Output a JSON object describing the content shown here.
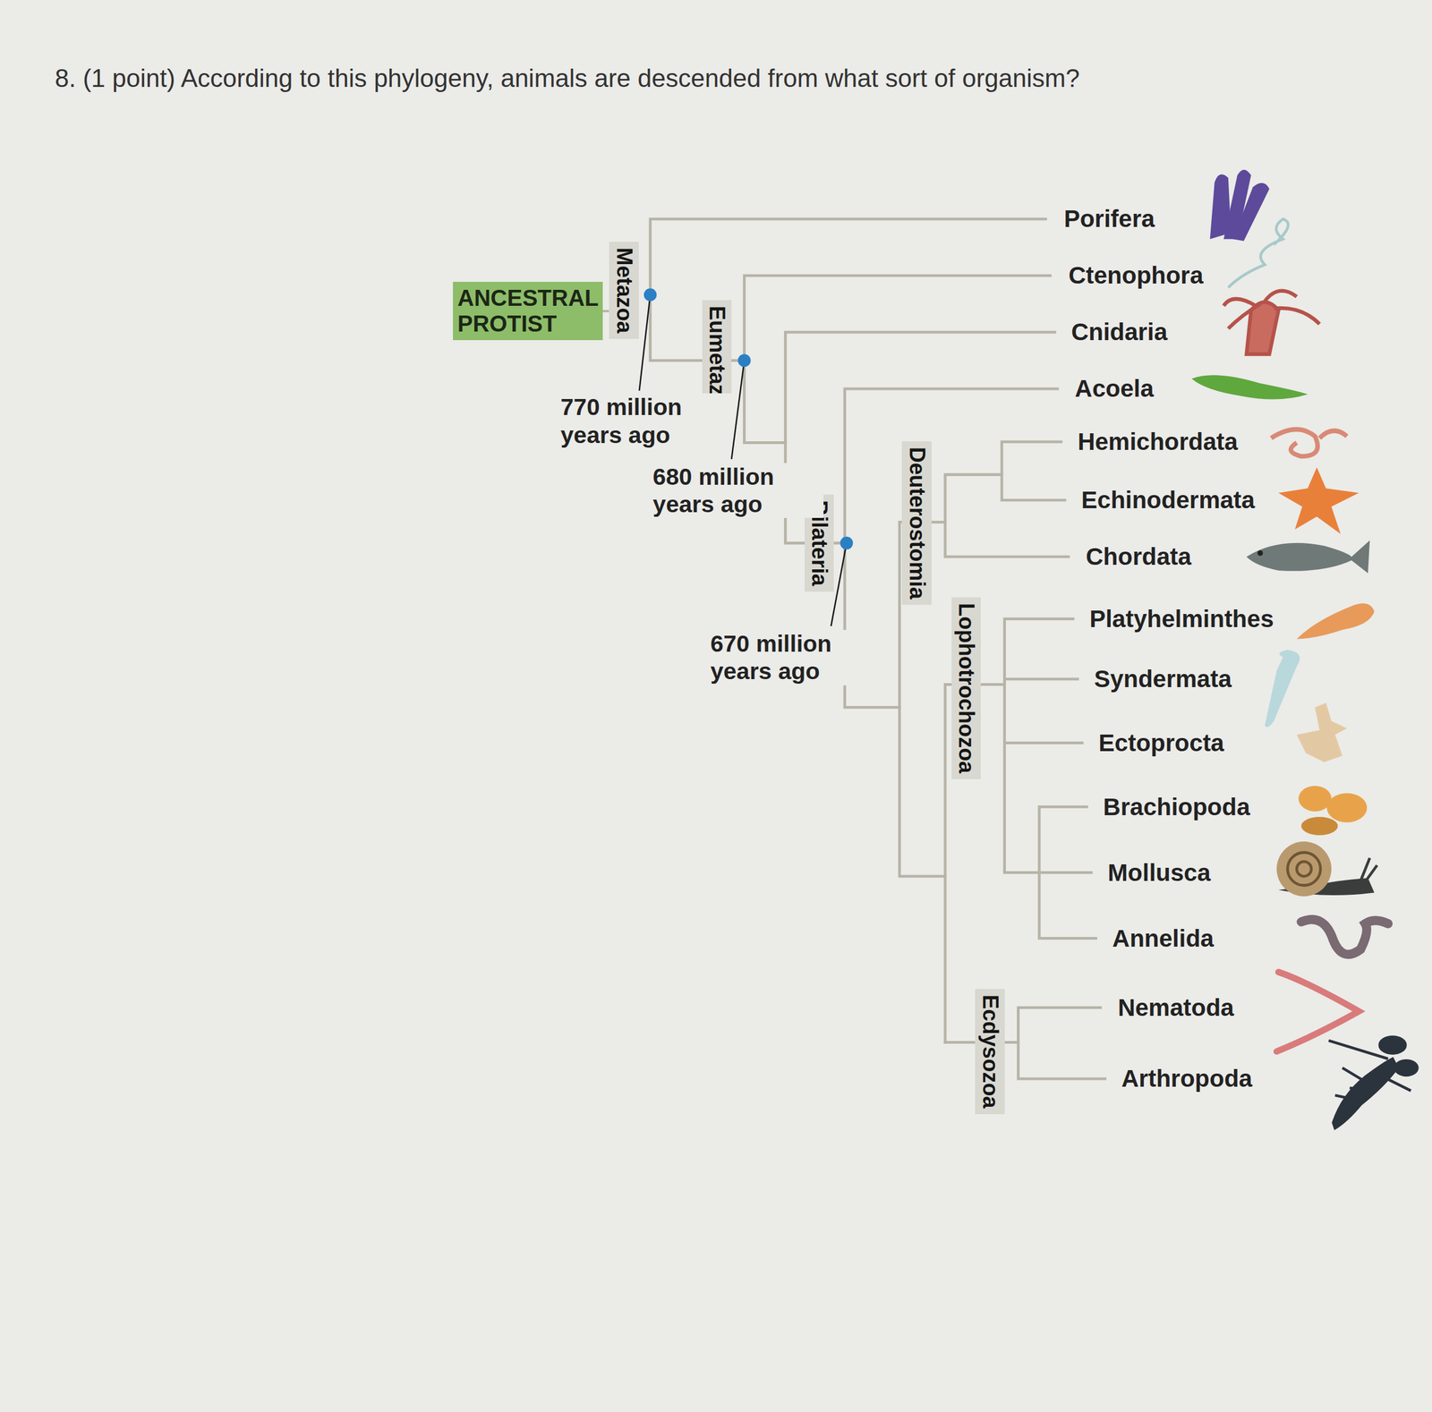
{
  "diagram": {
    "title": "8. (1 point) According to this phylogeny, animals are descended from what sort of organism?",
    "nodes": [
      {
        "text": [
          "ANCESTRAL PROTIST"
        ]
      },
      {
        "text": [
          "Metazoa"
        ]
      },
      {
        "text": [
          "Eumetazoa"
        ]
      },
      {
        "text": [
          "Bilateria"
        ]
      },
      {
        "text": [
          "Deuterostomia"
        ]
      },
      {
        "text": [
          "Lophotrochozoa"
        ]
      },
      {
        "text": [
          "Ecdysozoa"
        ]
      }
    ],
    "edges": [
      {
        "from": 0,
        "to": 1,
        "arrow": "none"
      }
    ],
    "labels": [
      "770 million years ago",
      "680 million years ago",
      "670 million years ago",
      "Porifera",
      "Ctenophora",
      "Cnidaria",
      "Acoela",
      "Hemichordata",
      "Echinodermata",
      "Chordata",
      "Platyhelminthes",
      "Syndermata",
      "Ectoprocta",
      "Brachiopoda",
      "Mollusca",
      "Annelida",
      "Nematoda",
      "Arthropoda"
    ]
  }
}
